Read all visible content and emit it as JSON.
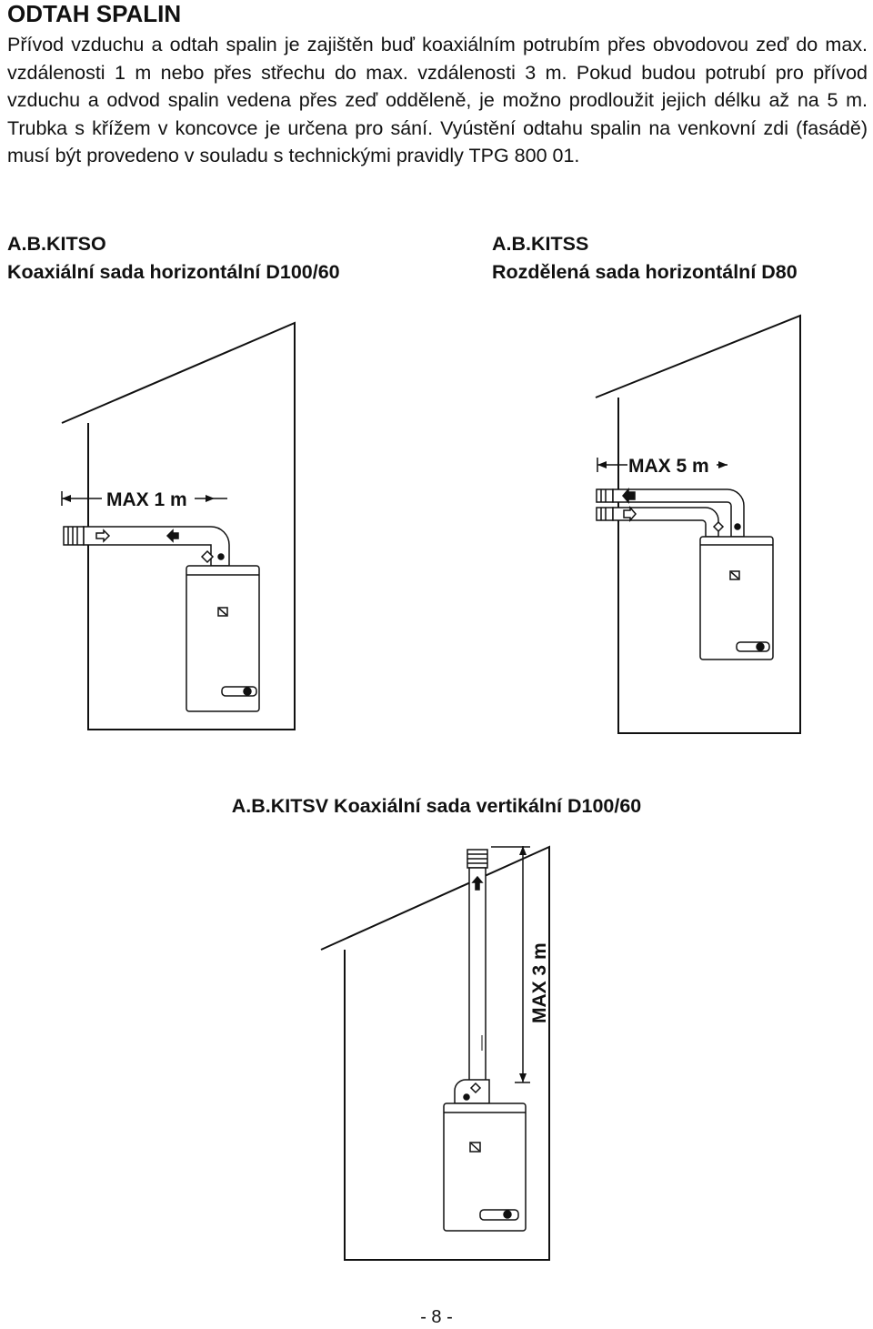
{
  "heading": "ODTAH SPALIN",
  "intro": "Přívod vzduchu a odtah spalin je zajištěn buď koaxiálním potrubím přes obvodovou zeď do max. vzdálenosti 1 m nebo přes střechu do max. vzdálenosti  3 m. Pokud budou potrubí pro přívod vzduchu a odvod spalin vedena přes zeď odděleně, je možno prodloužit jejich délku až na 5 m. Trubka s křížem v koncovce je určena pro sání. Vyústění odtahu spalin na venkovní zdi (fasádě) musí být provedeno v souladu s technickými pravidly TPG 800 01.",
  "kits": {
    "horizontal_coaxial": {
      "code": "A.B.KITSO",
      "name": "Koaxiální sada horizontální D100/60",
      "dimension": "MAX 1 m"
    },
    "horizontal_split": {
      "code": "A.B.KITSS",
      "name": "Rozdělená sada horizontální D80",
      "dimension": "MAX 5 m"
    },
    "vertical_coaxial": {
      "title": "A.B.KITSV Koaxiální sada vertikální D100/60",
      "dimension": "MAX 3 m"
    }
  },
  "page_number": "- 8 -"
}
